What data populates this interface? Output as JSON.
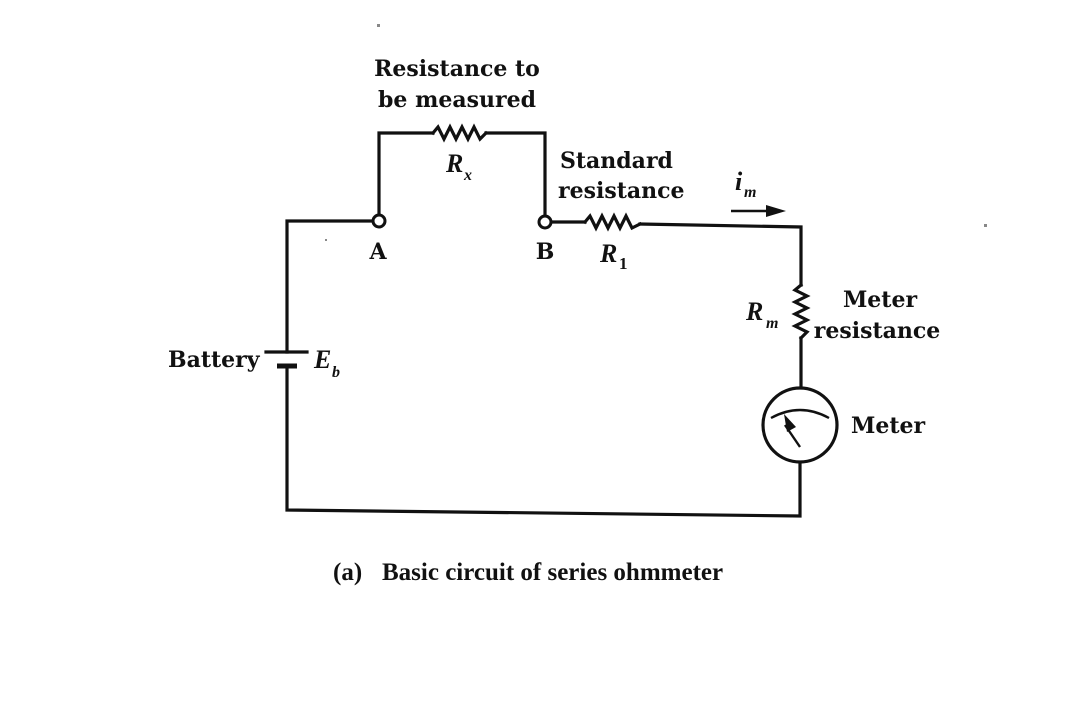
{
  "figure": {
    "title": "Basic circuit of series ohmmeter",
    "caption_label": "(a)",
    "caption_text": "Basic circuit of series ohmmeter"
  },
  "components": {
    "rx": {
      "label_line1": "Resistance to",
      "label_line2": "be measured",
      "symbol": "R",
      "subscript": "x"
    },
    "r1": {
      "label_line1": "Standard",
      "label_line2": "resistance",
      "symbol": "R",
      "subscript": "1"
    },
    "rm": {
      "label_line1": "Meter",
      "label_line2": "resistance",
      "symbol": "R",
      "subscript": "m"
    },
    "meter": {
      "label": "Meter"
    },
    "battery": {
      "label": "Battery",
      "symbol": "E",
      "subscript": "b"
    },
    "current": {
      "symbol": "i",
      "subscript": "m",
      "direction": "right"
    }
  },
  "terminals": {
    "a": "A",
    "b": "B"
  }
}
